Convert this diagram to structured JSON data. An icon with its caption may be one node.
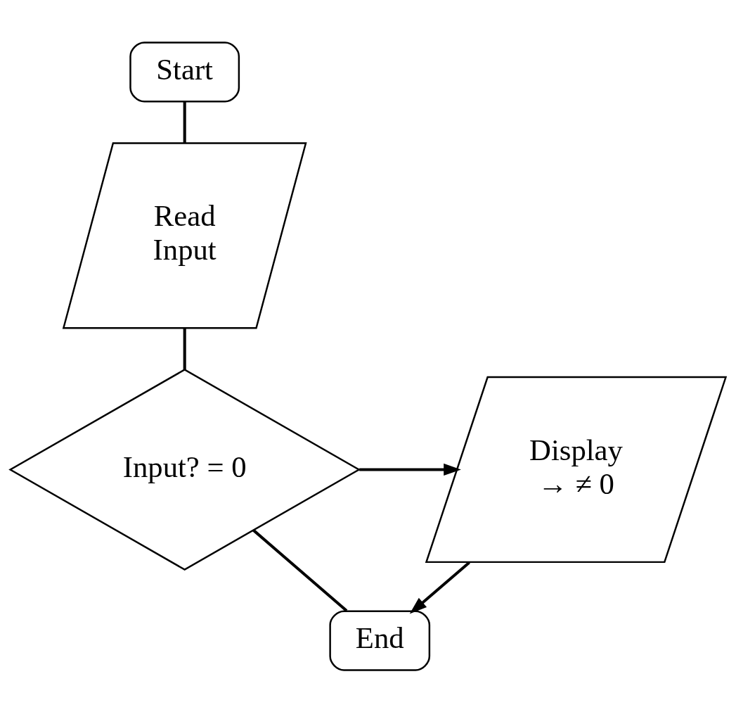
{
  "diagram": {
    "nodes": [
      {
        "text": [
          "Start"
        ]
      },
      {
        "text": [
          "Read Input"
        ]
      },
      {
        "text": [
          "Input? = 0"
        ]
      },
      {
        "text": [
          "Display → ≠ 0"
        ]
      },
      {
        "text": [
          "End"
        ]
      }
    ],
    "edges": [
      {
        "from": 0,
        "to": 1,
        "arrow": "none"
      },
      {
        "from": 1,
        "to": 2,
        "arrow": "none"
      },
      {
        "from": 2,
        "to": 3,
        "arrow": "to"
      },
      {
        "from": 2,
        "to": 4,
        "arrow": "none"
      },
      {
        "from": 3,
        "to": 4,
        "arrow": "to"
      }
    ]
  }
}
